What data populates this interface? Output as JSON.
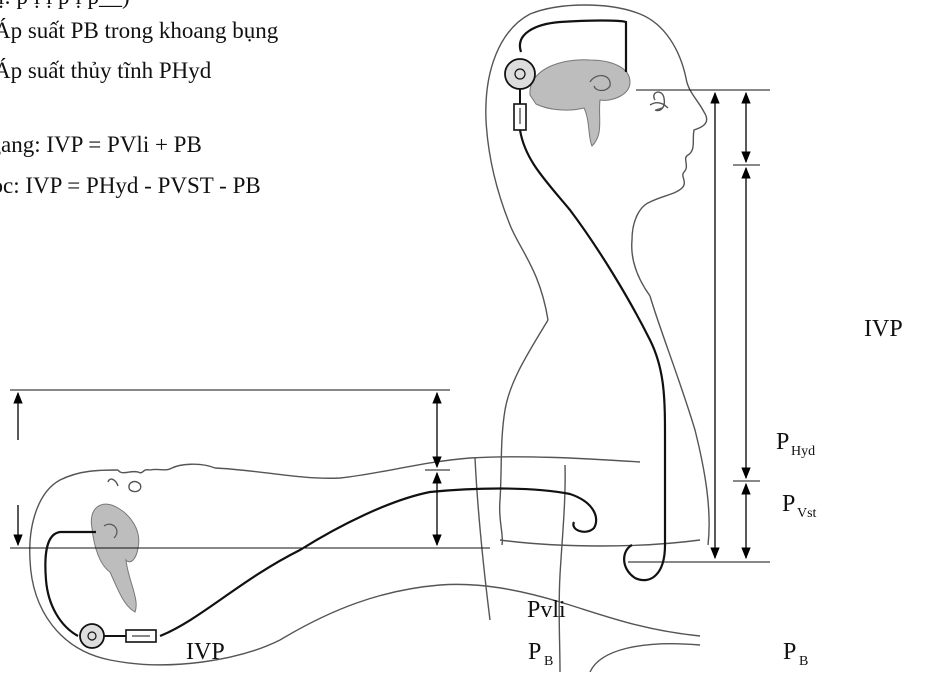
{
  "legend": {
    "top_clip": "ị: p ị         ị p ị   p__)",
    "pb_line": "Áp suất PB trong khoang bụng",
    "phyd_line": "Áp suất thủy tĩnh PHyd",
    "horizontal_formula": "ngang: IVP = PVli + PB",
    "vertical_formula": "dọc: IVP = PHyd - PVST - PB"
  },
  "labels": {
    "ivp_right": "IVP",
    "p_hyd_main": "P",
    "p_hyd_sub": "Hyd",
    "p_vst_main": "P",
    "p_vst_sub": "Vst",
    "pvli": "Pvli",
    "ivp_bottom": "IVP",
    "pb_bottom_main": "P",
    "pb_bottom_sub": "B",
    "pb_right_main": "P",
    "pb_right_sub": "B"
  },
  "colors": {
    "brain": "#bdbdbd",
    "outline": "#555555",
    "shunt": "#111111",
    "arrow": "#000000"
  }
}
